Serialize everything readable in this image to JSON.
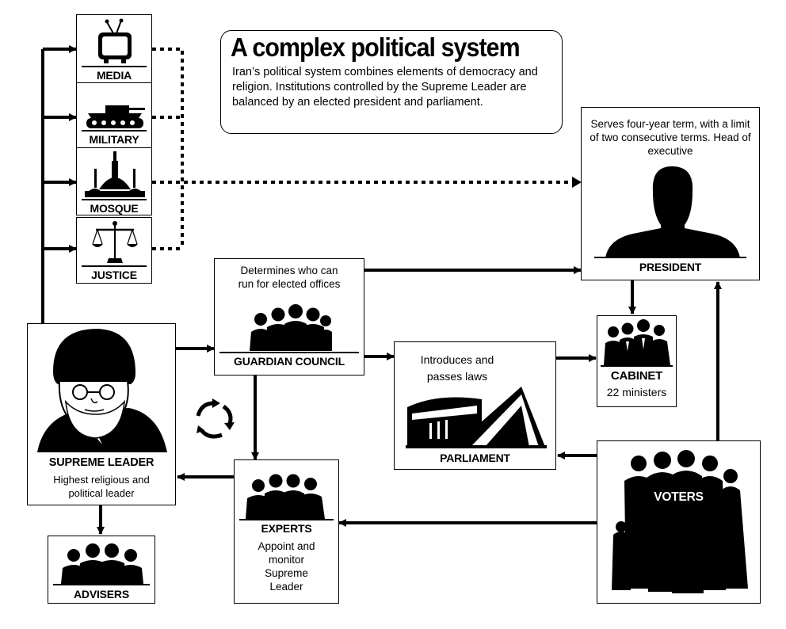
{
  "title": "A complex political system",
  "description": "Iran’s political system combines elements of democracy and religion. Institutions controlled by the Supreme Leader are balanced by an elected president and parliament.",
  "nodes": {
    "media": {
      "label": "MEDIA"
    },
    "military": {
      "label": "MILITARY"
    },
    "mosque": {
      "label": "MOSQUE"
    },
    "justice": {
      "label": "JUSTICE"
    },
    "supreme_leader": {
      "label": "SUPREME LEADER",
      "caption": "Highest religious and political leader"
    },
    "advisers": {
      "label": "ADVISERS"
    },
    "guardian_council": {
      "label": "GUARDIAN COUNCIL",
      "caption": "Determines who can run for elected offices"
    },
    "experts": {
      "label": "EXPERTS",
      "caption": "Appoint and monitor Supreme Leader"
    },
    "parliament": {
      "label": "PARLIAMENT",
      "caption": "Introduces and passes laws"
    },
    "president": {
      "label": "PRESIDENT",
      "caption": "Serves four-year term, with a limit of two consecutive terms. Head of executive"
    },
    "cabinet": {
      "label": "CABINET",
      "caption": "22 ministers"
    },
    "voters": {
      "label": "VOTERS"
    }
  },
  "icons": [
    "tv-icon",
    "tank-icon",
    "mosque-icon",
    "scales-icon",
    "cleric-portrait",
    "president-silhouette",
    "group-silhouette-icon",
    "parliament-building-icon",
    "voters-crowd-icon",
    "cycle-arrows-icon"
  ],
  "colors": {
    "ink": "#000000",
    "background": "#ffffff"
  }
}
